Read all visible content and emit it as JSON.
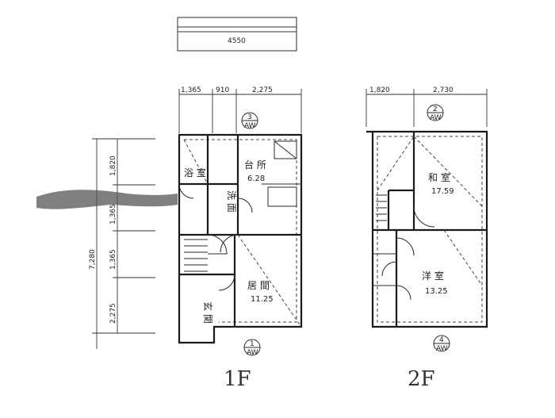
{
  "top_dimension": {
    "value": "4550"
  },
  "floor1": {
    "label": "1F",
    "dims_top": [
      "1,365",
      "910",
      "2,275"
    ],
    "dims_left": [
      "1,820",
      "1,365",
      "1,365",
      "2,275"
    ],
    "dim_left_total": "7,280",
    "marker_top": {
      "num": "3",
      "ref": "AW"
    },
    "marker_bottom": {
      "num": "1",
      "ref": "AW"
    },
    "rooms": {
      "bath": "浴 室",
      "kitchen": "台 所",
      "kitchen_area": "6.28",
      "washroom": "洗 面",
      "living": "居 間",
      "living_area": "11.25",
      "entry": "玄 関"
    }
  },
  "floor2": {
    "label": "2F",
    "dims_top": [
      "1,820",
      "2,730"
    ],
    "marker_top": {
      "num": "2",
      "ref": "AW"
    },
    "marker_bottom": {
      "num": "4",
      "ref": "AW"
    },
    "rooms": {
      "japanese": "和 室",
      "japanese_area": "17.59",
      "western": "洋 室",
      "western_area": "13.25"
    }
  }
}
